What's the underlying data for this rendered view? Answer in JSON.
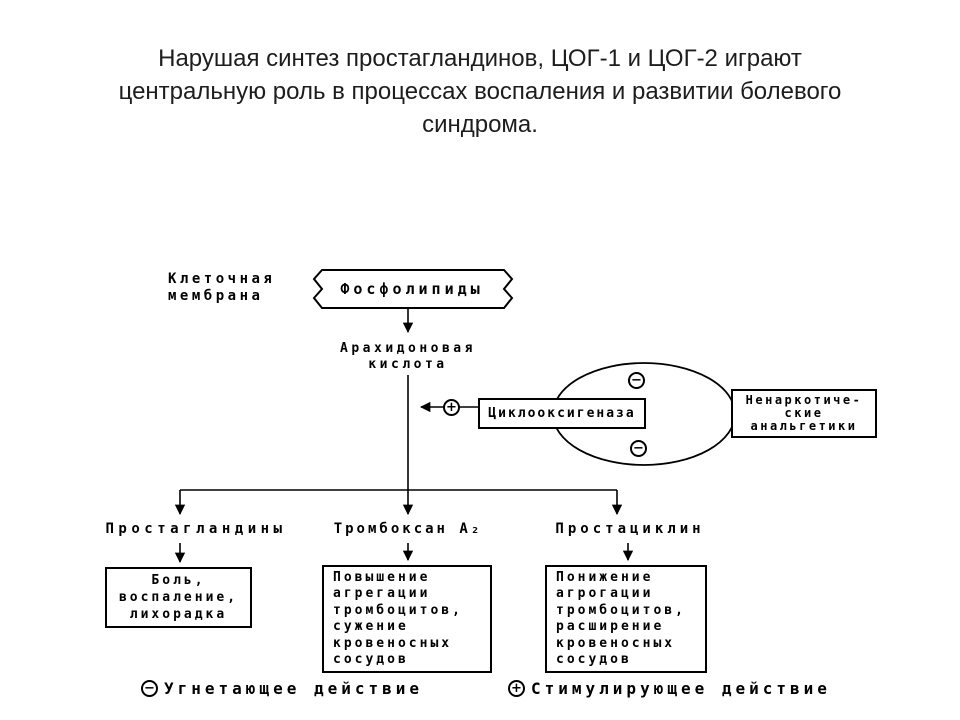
{
  "title": "Нарушая синтез простагландинов, ЦОГ-1 и ЦОГ-2 играют\nцентральную роль в процессах воспаления и развитии болевого\nсиндрома.",
  "diagram": {
    "membrane_label": "Клеточная\nмембрана",
    "phospholipids_label": "Фосфолипиды",
    "arachidonic_label": "Арахидоновая\nкислота",
    "cyclooxygenase_label": "Циклооксигеназа",
    "analgesics_label": "Ненаркотиче-\nские\nанальгетики",
    "products": [
      {
        "label": "Простагландины",
        "effect": "Боль,\nвоспаление,\nлихорадка"
      },
      {
        "label": "Тромбоксан А₂",
        "effect": "Повышение\nагрегации\nтромбоцитов,\nсужение\nкровеносных\nсосудов"
      },
      {
        "label": "Простациклин",
        "effect": "Понижение\nагрогации\nтромбоцитов,\nрасширение\nкровеносных\nсосудов"
      }
    ],
    "icons": {
      "minus": "−",
      "plus": "+"
    },
    "legend": {
      "inhibit": "Угнетающее действие",
      "stimulate": "Стимулирующее действие"
    }
  }
}
